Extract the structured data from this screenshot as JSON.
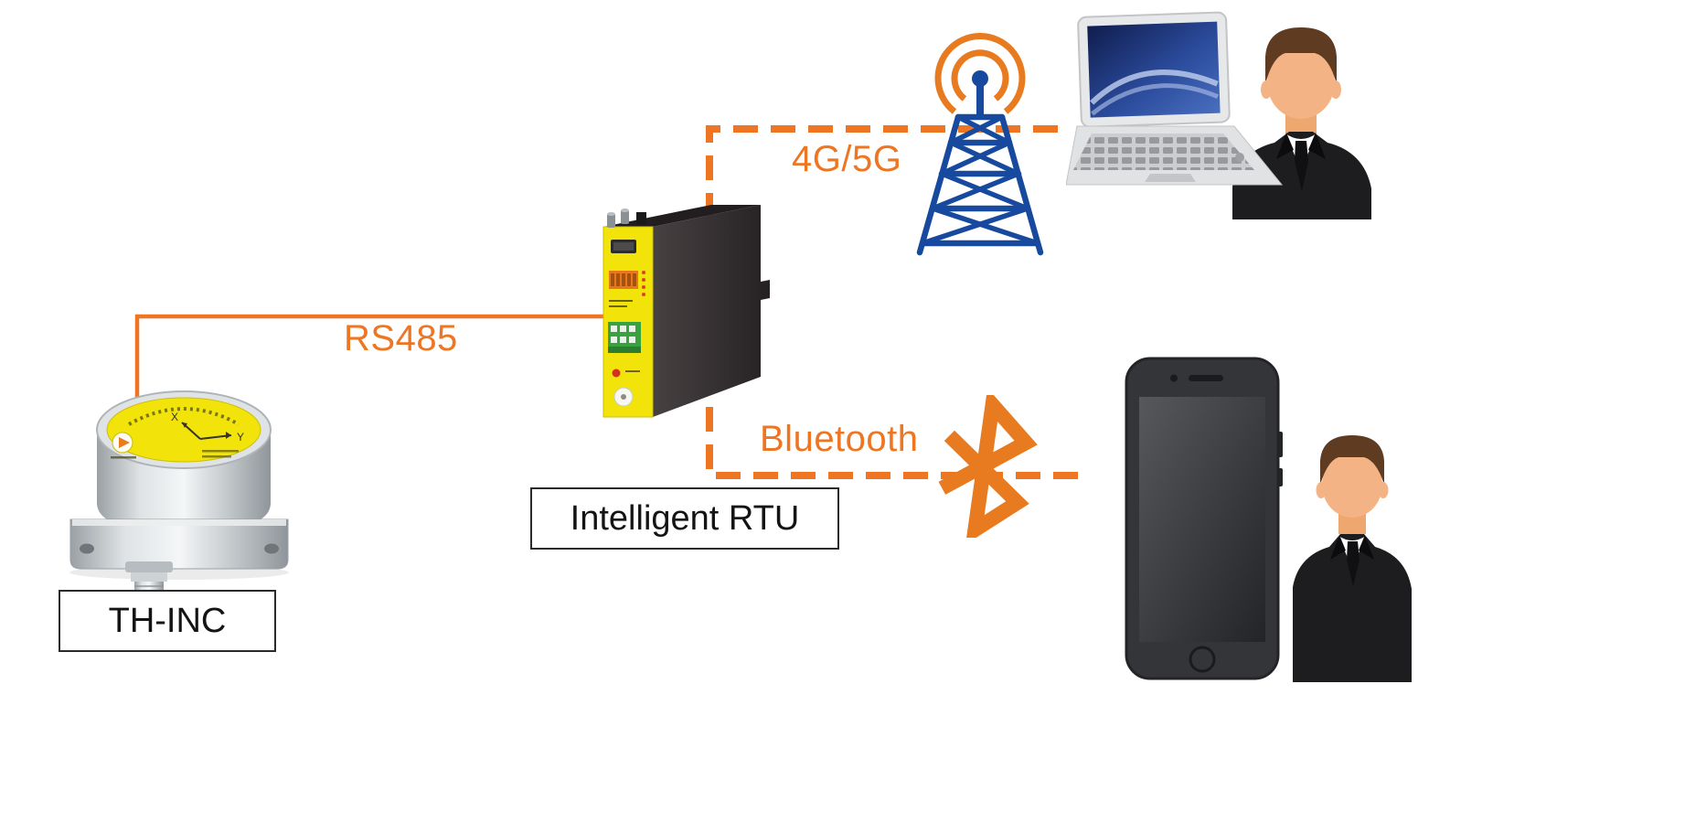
{
  "diagram": {
    "devices": {
      "sensor": {
        "label": "TH-INC",
        "icon": "inclinometer-sensor-icon",
        "cap_axis_x": "X",
        "cap_axis_y": "Y"
      },
      "rtu": {
        "label": "Intelligent RTU",
        "icon": "rtu-device-icon"
      }
    },
    "links": {
      "rs485": {
        "label": "RS485",
        "style": "solid-orange"
      },
      "cellular": {
        "label": "4G/5G",
        "style": "dashed-orange",
        "endpoint_icons": [
          "cell-tower-icon",
          "laptop-user-icon"
        ]
      },
      "bluetooth": {
        "label": "Bluetooth",
        "style": "dashed-orange",
        "endpoint_icons": [
          "bluetooth-icon",
          "smartphone-user-icon"
        ]
      }
    },
    "colors": {
      "accent_orange": "#EE7623",
      "tower_blue": "#17499E",
      "device_panel_yellow": "#F2E40B",
      "device_body_dark": "#343031",
      "label_text": "#141414"
    }
  }
}
